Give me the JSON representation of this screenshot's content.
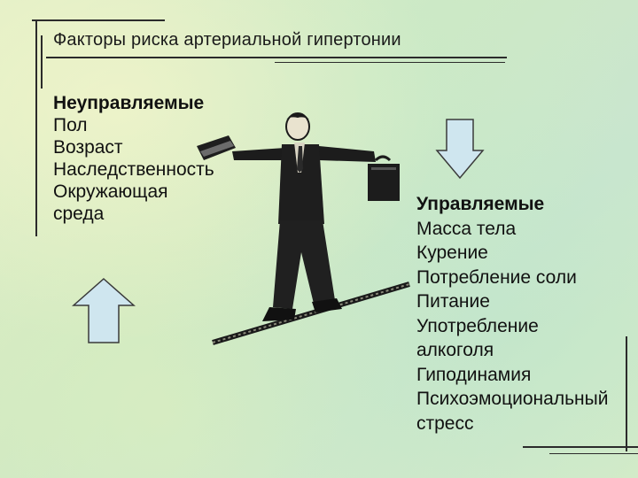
{
  "title": "Факторы риска артериальной гипертонии",
  "unmanaged": {
    "heading": "Неуправляемые",
    "items": [
      "Пол",
      "Возраст",
      "Наследственность",
      "Окружающая",
      "среда"
    ]
  },
  "managed": {
    "heading": "Управляемые",
    "items": [
      "Масса тела",
      "Курение",
      "Потребление соли",
      "Питание",
      "Употребление",
      "алкоголя",
      "Гиподинамия",
      "Психоэмоциональный",
      "стресс"
    ]
  },
  "colors": {
    "arrow_fill": "#cfe6ef",
    "arrow_stroke": "#3a3a3a"
  },
  "icons": {
    "up_arrow": "up-arrow-icon",
    "down_arrow": "down-arrow-icon",
    "figure": "tightrope-walker-illustration"
  }
}
